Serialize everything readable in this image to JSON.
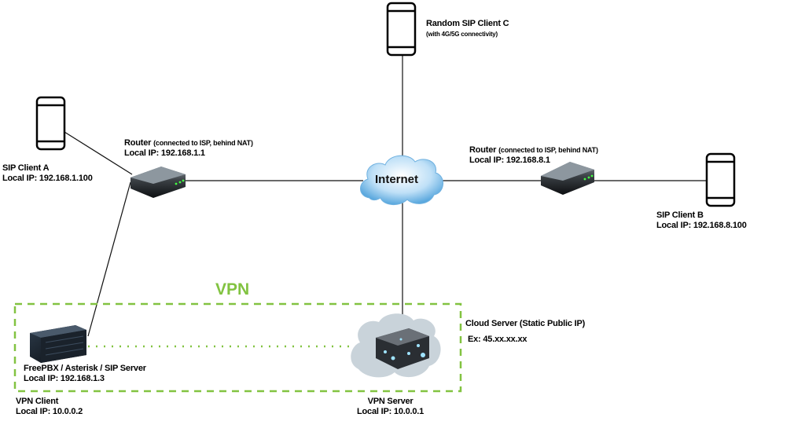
{
  "nodes": {
    "client_c": {
      "name": "Random SIP Client C",
      "note": "(with 4G/5G connectivity)"
    },
    "router_a": {
      "name": "Router",
      "note": "(connected to ISP, behind NAT)",
      "ip": "Local IP: 192.168.1.1"
    },
    "client_a": {
      "name": "SIP Client A",
      "ip": "Local IP: 192.168.1.100"
    },
    "internet": {
      "name": "Internet"
    },
    "router_b": {
      "name": "Router",
      "note": "(connected to ISP, behind NAT)",
      "ip": "Local IP: 192.168.8.1"
    },
    "client_b": {
      "name": "SIP Client B",
      "ip": "Local IP: 192.168.8.100"
    },
    "cloud_server": {
      "name": "Cloud Server (Static Public IP)",
      "ip": "Ex: 45.xx.xx.xx"
    },
    "pbx": {
      "name": "FreePBX / Asterisk / SIP Server",
      "ip": "Local IP: 192.168.1.3"
    },
    "vpn_client": {
      "name": "VPN Client",
      "ip": "Local IP: 10.0.0.2"
    },
    "vpn_server": {
      "name": "VPN Server",
      "ip": "Local IP: 10.0.0.1"
    }
  },
  "vpn_group": {
    "label": "VPN",
    "color": "#82c341"
  },
  "icons": [
    "smartphone-icon",
    "router-icon",
    "cloud-icon",
    "server-icon",
    "cloud-server-icon"
  ]
}
